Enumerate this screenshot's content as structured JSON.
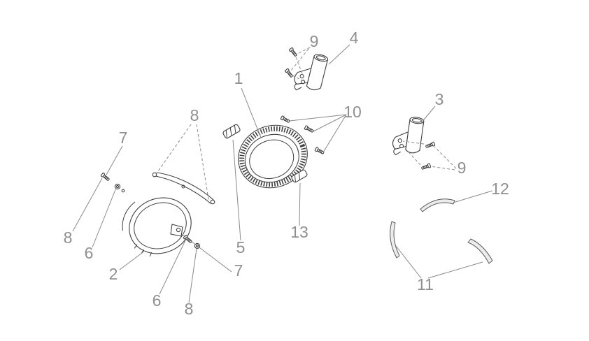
{
  "colors": {
    "background": "#ffffff",
    "line_color": "#3f3f3f",
    "leader_color": "#8a8a8a",
    "label_color": "#8f8f8f",
    "strip_fill": "#ececec"
  },
  "diagram": {
    "type": "exploded-parts-diagram",
    "labels": [
      {
        "text": "1"
      },
      {
        "text": "2"
      },
      {
        "text": "3"
      },
      {
        "text": "4"
      },
      {
        "text": "5"
      },
      {
        "text": "6"
      },
      {
        "text": "6"
      },
      {
        "text": "7"
      },
      {
        "text": "7"
      },
      {
        "text": "8"
      },
      {
        "text": "8"
      },
      {
        "text": "8"
      },
      {
        "text": "9"
      },
      {
        "text": "9"
      },
      {
        "text": "10"
      },
      {
        "text": "11"
      },
      {
        "text": "12"
      },
      {
        "text": "13"
      }
    ]
  }
}
